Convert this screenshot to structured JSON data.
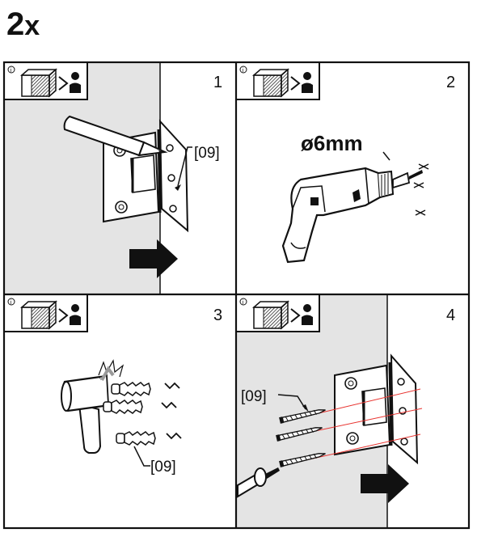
{
  "quantity": {
    "number": "2",
    "suffix": "x"
  },
  "panels": [
    {
      "number": "1",
      "part_label": "[09]"
    },
    {
      "number": "2",
      "drill_size": "ø6mm"
    },
    {
      "number": "3",
      "part_label": "[09]"
    },
    {
      "number": "4",
      "part_label": "[09]"
    }
  ],
  "colors": {
    "wall": "#e4e4e4",
    "lines": "#111111",
    "red_guides": "#e8332f",
    "paper": "#ffffff"
  },
  "icons": [
    "wall-to-person-icon",
    "hinge-plate-icon",
    "pencil-icon",
    "drill-icon",
    "hammer-icon",
    "wall-plug-icon",
    "screw-icon",
    "screwdriver-icon",
    "arrow-icon"
  ]
}
